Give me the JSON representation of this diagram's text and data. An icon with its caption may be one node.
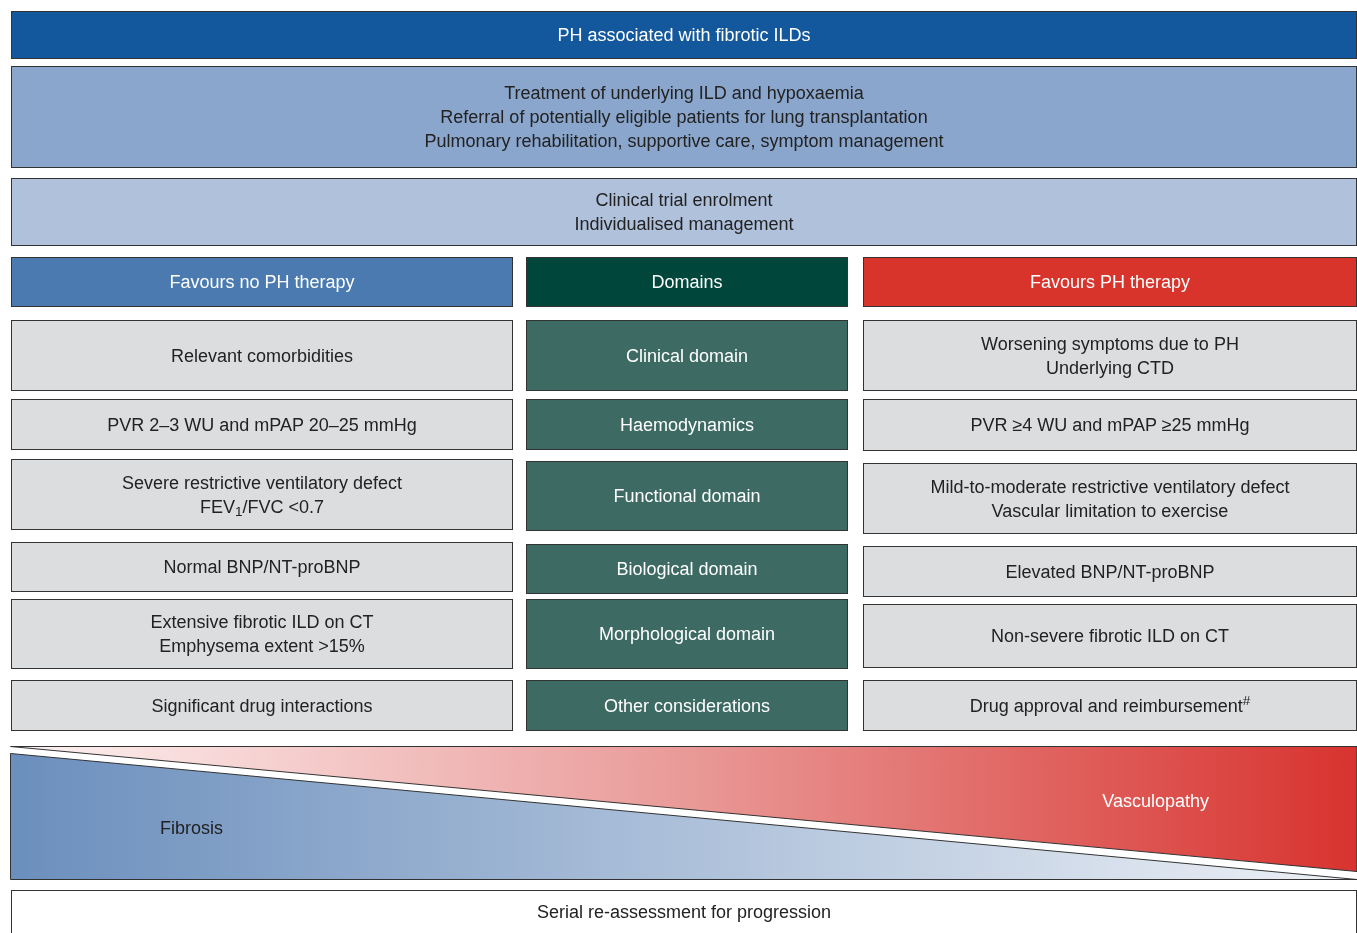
{
  "diagram": {
    "nodes": [
      {
        "text": [
          "PH associated with fibrotic ILDs"
        ]
      },
      {
        "text": [
          "Treatment of underlying ILD and hypoxaemia",
          "Referral of potentially eligible patients for lung transplantation",
          "Pulmonary rehabilitation, supportive care, symptom management"
        ]
      },
      {
        "text": [
          "Clinical trial enrolment",
          "Individualised management"
        ]
      },
      {
        "text": [
          "Favours no PH therapy"
        ]
      },
      {
        "text": [
          "Domains"
        ]
      },
      {
        "text": [
          "Favours PH therapy"
        ]
      },
      {
        "text": [
          "Relevant comorbidities"
        ]
      },
      {
        "text": [
          "Clinical domain"
        ]
      },
      {
        "text": [
          "Worsening symptoms due to PH",
          "Underlying CTD"
        ]
      },
      {
        "text": [
          "PVR 2–3 WU and mPAP 20–25 mmHg"
        ]
      },
      {
        "text": [
          "Haemodynamics"
        ]
      },
      {
        "text": [
          "PVR ≥4 WU and mPAP ≥25 mmHg"
        ]
      },
      {
        "text": [
          "Severe restrictive ventilatory defect",
          "FEV$_{1}$/FVC <0.7"
        ]
      },
      {
        "text": [
          "Functional domain"
        ]
      },
      {
        "text": [
          "Mild-to-moderate restrictive ventilatory defect",
          "Vascular limitation to exercise"
        ]
      },
      {
        "text": [
          "Normal BNP/NT-proBNP"
        ]
      },
      {
        "text": [
          "Biological domain"
        ]
      },
      {
        "text": [
          "Elevated BNP/NT-proBNP"
        ]
      },
      {
        "text": [
          "Extensive fibrotic ILD on CT",
          "Emphysema extent >15%"
        ]
      },
      {
        "text": [
          "Morphological domain"
        ]
      },
      {
        "text": [
          "Non-severe fibrotic ILD on CT"
        ]
      },
      {
        "text": [
          "Significant drug interactions"
        ]
      },
      {
        "text": [
          "Other considerations"
        ]
      },
      {
        "text": [
          "Drug approval and reimbursement$^{#}$"
        ]
      },
      {
        "text": [
          "Fibrosis"
        ]
      },
      {
        "text": [
          "Vasculopathy"
        ]
      },
      {
        "text": [
          "Serial re-assessment for progression"
        ]
      }
    ]
  }
}
